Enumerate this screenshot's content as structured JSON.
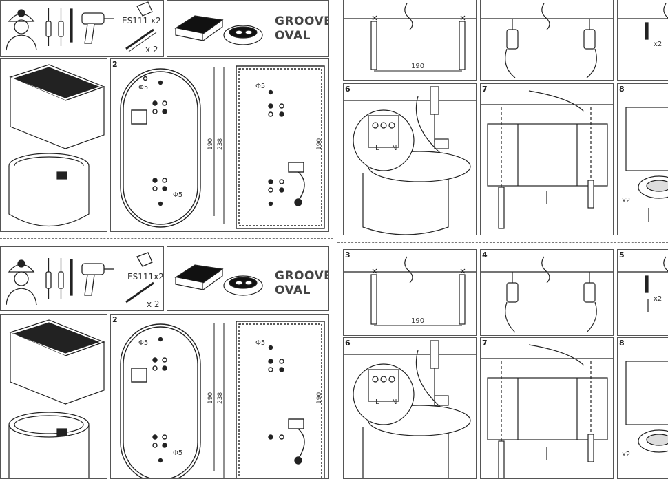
{
  "product": {
    "title_line1": "GROOVE",
    "title_line2": "OVAL"
  },
  "parts": {
    "bulb_label": "ES111 x2",
    "bulb_label_lower": "ES111x2",
    "screws_count": "x 2"
  },
  "steps": {
    "s2": "2",
    "s3": "3",
    "s4": "4",
    "s5": "5",
    "s6": "6",
    "s7": "7",
    "s8": "8"
  },
  "dimensions": {
    "hole_dia": "Φ5",
    "inner": "190",
    "outer": "238",
    "spacing": "190"
  },
  "labels": {
    "anchors": "x2",
    "bulbs": "x2",
    "terminal_l": "L",
    "terminal_n": "N"
  }
}
